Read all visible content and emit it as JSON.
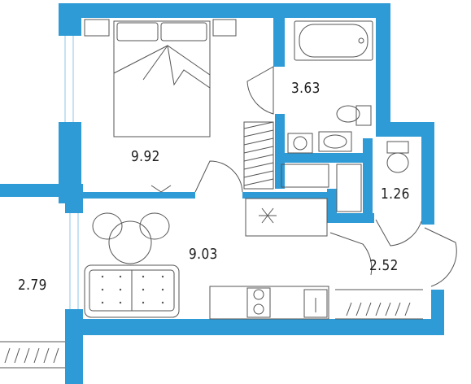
{
  "rooms": [
    {
      "id": "bedroom",
      "area": "9.92"
    },
    {
      "id": "bathroom",
      "area": "3.63"
    },
    {
      "id": "wc",
      "area": "1.26"
    },
    {
      "id": "kitchen-living",
      "area": "9.03"
    },
    {
      "id": "hallway",
      "area": "2.52"
    },
    {
      "id": "balcony",
      "area": "2.79"
    }
  ],
  "colors": {
    "wall": "#2f9bd6",
    "line": "#555555",
    "text": "#1c1c1c",
    "background": "#ffffff"
  }
}
